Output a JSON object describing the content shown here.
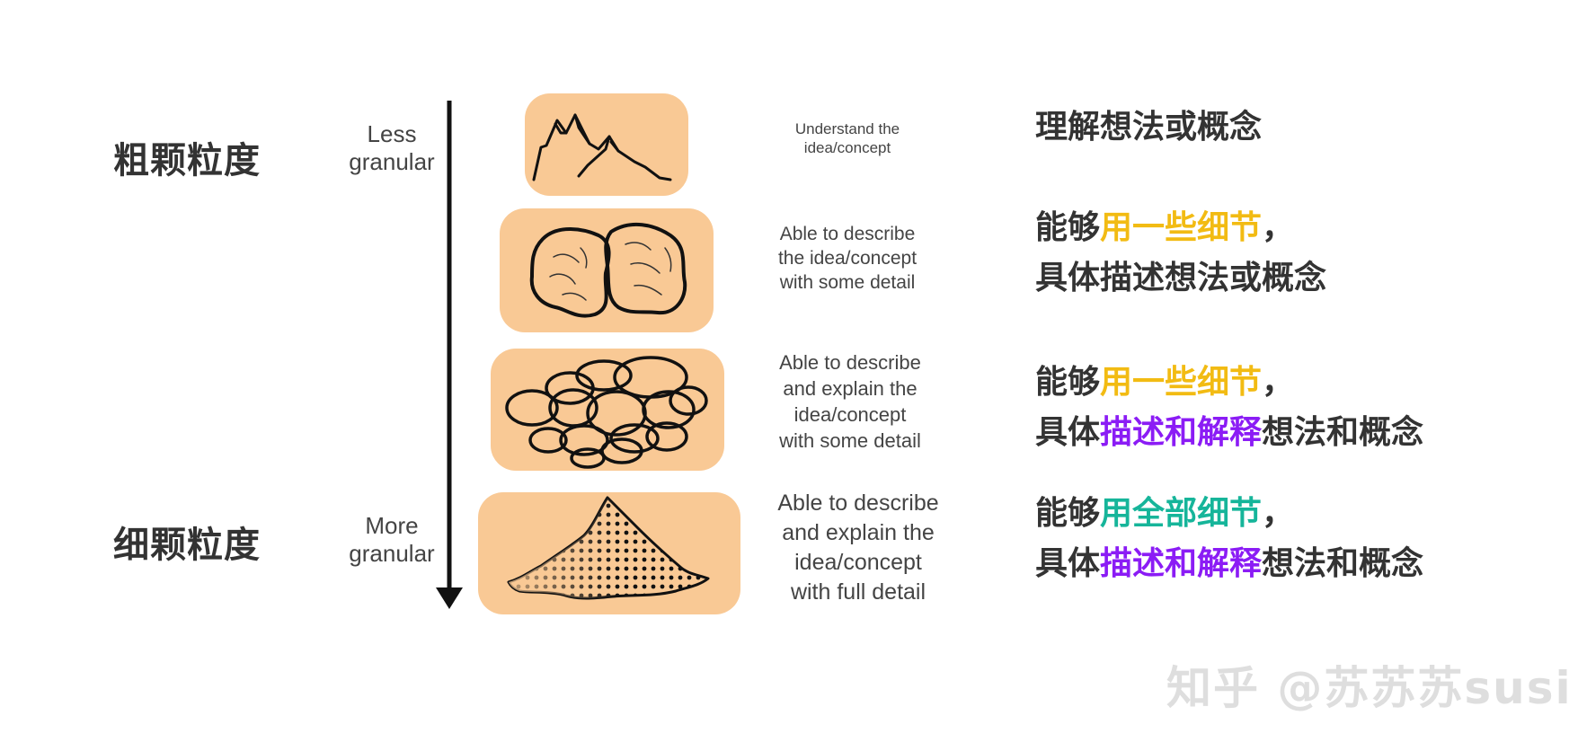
{
  "levels": {
    "coarse": "粗颗粒度",
    "fine": "细颗粒度"
  },
  "axis": {
    "less_line1": "Less",
    "less_line2": "granular",
    "more_line1": "More",
    "more_line2": "granular"
  },
  "rows": [
    {
      "desc": [
        "Understand the",
        "idea/concept"
      ],
      "cn_line1": [
        {
          "text": "理解想法或概念",
          "color": "dark"
        }
      ],
      "cn_line2": []
    },
    {
      "desc": [
        "Able to describe",
        "the idea/concept",
        "with some detail"
      ],
      "cn_line1": [
        {
          "text": "能够",
          "color": "dark"
        },
        {
          "text": "用一些细节",
          "color": "yellow"
        },
        {
          "text": "，",
          "color": "dark"
        }
      ],
      "cn_line2": [
        {
          "text": "具体描述想法或概念",
          "color": "dark"
        }
      ]
    },
    {
      "desc": [
        "Able to describe",
        "and explain the",
        "idea/concept",
        "with some detail"
      ],
      "cn_line1": [
        {
          "text": "能够",
          "color": "dark"
        },
        {
          "text": "用一些细节",
          "color": "yellow"
        },
        {
          "text": "，",
          "color": "dark"
        }
      ],
      "cn_line2": [
        {
          "text": "具体",
          "color": "dark"
        },
        {
          "text": "描述和解释",
          "color": "purple"
        },
        {
          "text": "想法和概念",
          "color": "dark"
        }
      ]
    },
    {
      "desc": [
        "Able to describe",
        "and explain the",
        "idea/concept",
        "with full detail"
      ],
      "cn_line1": [
        {
          "text": "能够",
          "color": "dark"
        },
        {
          "text": "用全部细节",
          "color": "teal"
        },
        {
          "text": "，",
          "color": "dark"
        }
      ],
      "cn_line2": [
        {
          "text": "具体",
          "color": "dark"
        },
        {
          "text": "描述和解释",
          "color": "purple"
        },
        {
          "text": "想法和概念",
          "color": "dark"
        }
      ]
    }
  ],
  "watermark": "知乎 @苏苏苏susi",
  "colors": {
    "box_fill": "#f9c995",
    "yellow": "#f2bb13",
    "purple": "#8b1cf5",
    "teal": "#16b59a",
    "dark": "#333333"
  },
  "icons": [
    "mountain-icon",
    "two-rocks-icon",
    "rock-pile-icon",
    "sand-pile-icon",
    "down-arrow-icon"
  ]
}
